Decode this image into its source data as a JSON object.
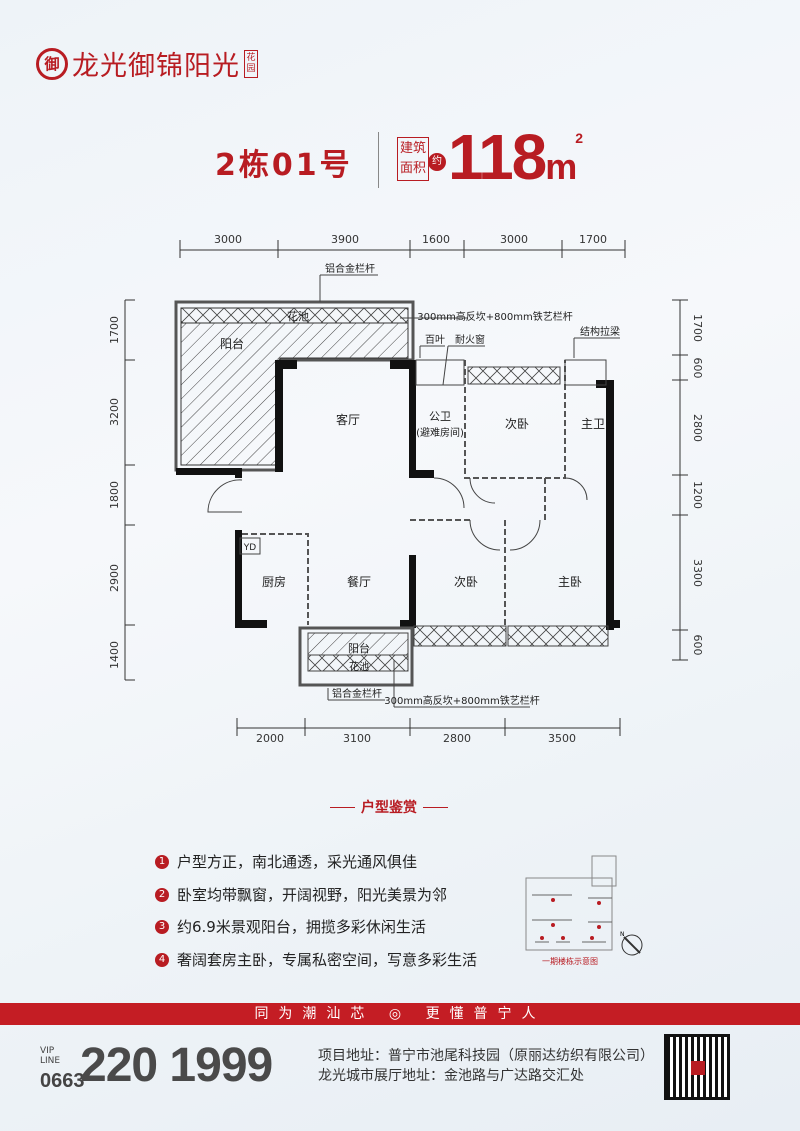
{
  "brand": {
    "logo_mark": "御",
    "name": "龙光御锦阳光",
    "suffix": "花园"
  },
  "unit": {
    "title": "2栋01号",
    "area_label": "建筑面积",
    "approx": "约",
    "area": "118",
    "area_unit": "m",
    "area_sup": "2"
  },
  "plan": {
    "top_dims": [
      "3000",
      "3900",
      "1600",
      "3000",
      "1700"
    ],
    "bottom_dims": [
      "2000",
      "3100",
      "2800",
      "3500"
    ],
    "left_dims": [
      "1700",
      "3200",
      "1800",
      "2900",
      "1400"
    ],
    "right_dims": [
      "1700",
      "600",
      "2800",
      "1200",
      "3300",
      "600"
    ],
    "rooms": {
      "balcony_top": "阳台",
      "planter_top": "花池",
      "living": "客厅",
      "public_bath": "公卫",
      "refuge": "(避难房间)",
      "bedroom2_top": "次卧",
      "master_bath": "主卫",
      "kitchen": "厨房",
      "dining": "餐厅",
      "bedroom2_bottom": "次卧",
      "master_bedroom": "主卧",
      "balcony_bottom": "阳台",
      "planter_bottom": "花池",
      "yd": "YD"
    },
    "notes": {
      "alu_rail_top": "铝合金栏杆",
      "rail_spec_top": "300mm高反坎+800mm铁艺栏杆",
      "louver": "百叶",
      "fire_window": "耐火窗",
      "beam": "结构拉梁",
      "alu_rail_bottom": "铝合金栏杆",
      "rail_spec_bottom": "300mm高反坎+800mm铁艺栏杆"
    }
  },
  "highlights": {
    "title": "户型鉴赏",
    "items": [
      {
        "n": "1",
        "text": "户型方正，南北通透，采光通风俱佳"
      },
      {
        "n": "2",
        "text": "卧室均带飘窗，开阔视野，阳光美景为邻"
      },
      {
        "n": "3",
        "text": "约6.9米景观阳台，拥揽多彩休闲生活"
      },
      {
        "n": "4",
        "text": "奢阔套房主卧，专属私密空间，写意多彩生活"
      }
    ]
  },
  "site_map": {
    "caption": "一期楼栋示意图",
    "north": "N"
  },
  "slogan": {
    "left": "同为潮汕芯",
    "right": "更懂普宁人"
  },
  "contact": {
    "vip": "VIP",
    "line": "LINE",
    "area_code": "0663",
    "phone": "220 1999",
    "project_address": "项目地址：普宁市池尾科技园（原丽达纺织有限公司）",
    "showroom_address": "龙光城市展厅地址：金池路与广达路交汇处"
  }
}
